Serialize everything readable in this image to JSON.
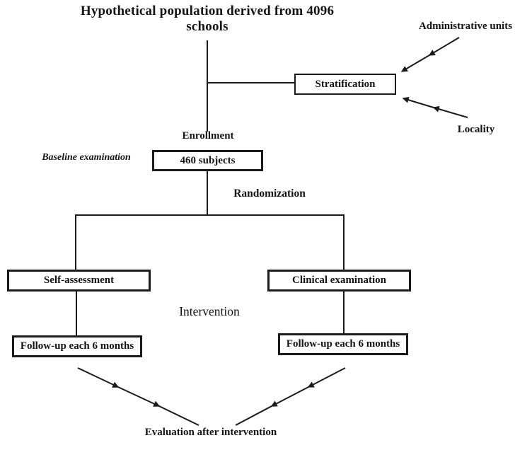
{
  "title": "Hypothetical population derived from 4096 schools",
  "stratification": {
    "box_label": "Stratification",
    "input_top": "Administrative units",
    "input_bottom": "Locality"
  },
  "enrollment": {
    "stage_label": "Enrollment",
    "side_note": "Baseline examination",
    "box_label": "460 subjects"
  },
  "randomization": {
    "stage_label": "Randomization"
  },
  "arms": {
    "stage_label": "Intervention",
    "left": {
      "box_label": "Self-assessment",
      "followup_label": "Follow-up each 6 months"
    },
    "right": {
      "box_label": "Clinical examination",
      "followup_label": "Follow-up each 6 months"
    }
  },
  "outcome": {
    "label": "Evaluation after intervention"
  },
  "colors": {
    "line": "#1b1b1b",
    "text": "#141414",
    "background": "#ffffff"
  }
}
